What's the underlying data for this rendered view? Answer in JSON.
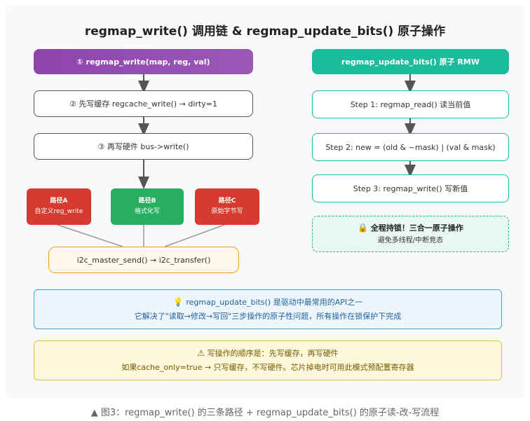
{
  "title": "regmap_write() 调用链 & regmap_update_bits() 原子操作",
  "left_chain": {
    "step1": "① regmap_write(map, reg, val)",
    "step2": "② 先写缓存 regcache_write() → dirty=1",
    "step3": "③ 再写硬件 bus->write()"
  },
  "paths": [
    {
      "title": "路径A",
      "desc": "自定义reg_write"
    },
    {
      "title": "路径B",
      "desc": "格式化写"
    },
    {
      "title": "路径C",
      "desc": "原始字节写"
    }
  ],
  "i2c": "i2c_master_send() → i2c_transfer()",
  "right_chain": {
    "header": "regmap_update_bits() 原子 RMW",
    "step1": "Step 1: regmap_read() 读当前值",
    "step2": "Step 2: new = (old & ~mask) | (val & mask)",
    "step3": "Step 3: regmap_write() 写新值"
  },
  "lock_box": {
    "icon": "lock-icon",
    "line1": "全程持锁！三合一原子操作",
    "line2": "避免多线程/中断竞态"
  },
  "note_blue": {
    "icon": "lightbulb-icon",
    "line1": "regmap_update_bits() 是驱动中最常用的API之一",
    "line2": "它解决了\"读取→修改→写回\"三步操作的原子性问题，所有操作在锁保护下完成"
  },
  "note_yellow": {
    "icon": "warning-icon",
    "line1": "写操作的顺序是：先写缓存，再写硬件",
    "line2": "如果cache_only=true → 只写缓存，不写硬件。芯片掉电时可用此模式预配置寄存器"
  },
  "caption": "▲ 图3：regmap_write() 的三条路径 + regmap_update_bits() 的原子读-改-写流程",
  "colors": {
    "purple": "#9b59b6",
    "teal": "#1abc9c",
    "red": "#d63b2f",
    "green": "#27ae60",
    "orange": "#f0a020",
    "blue": "#4a9fd8",
    "yellow": "#e6c14a"
  }
}
